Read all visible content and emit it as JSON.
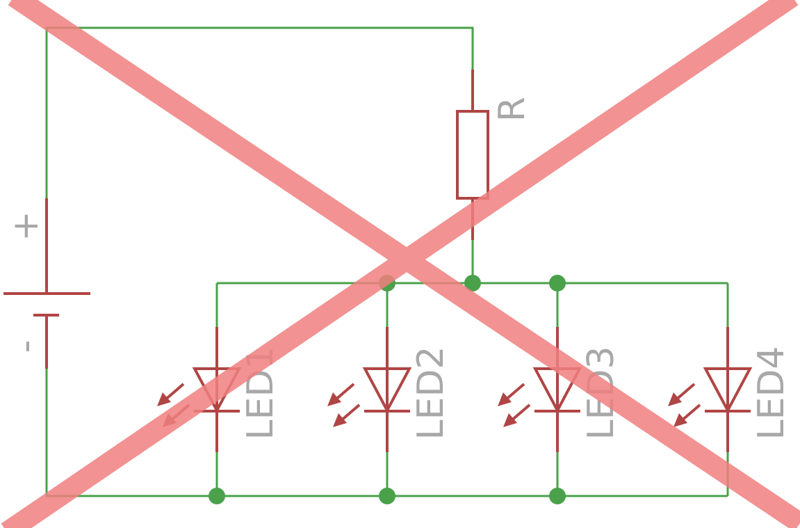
{
  "diagram": {
    "title": "",
    "battery": {
      "plus_label": "+",
      "minus_label": "-"
    },
    "resistor": {
      "label": "R"
    },
    "leds": [
      {
        "label": "LED1"
      },
      {
        "label": "LED2"
      },
      {
        "label": "LED3"
      },
      {
        "label": "LED4"
      }
    ],
    "colors": {
      "wire": "#4aa14a",
      "component": "#b04545",
      "label": "#a8a8a8",
      "cross": "#f08080"
    }
  }
}
